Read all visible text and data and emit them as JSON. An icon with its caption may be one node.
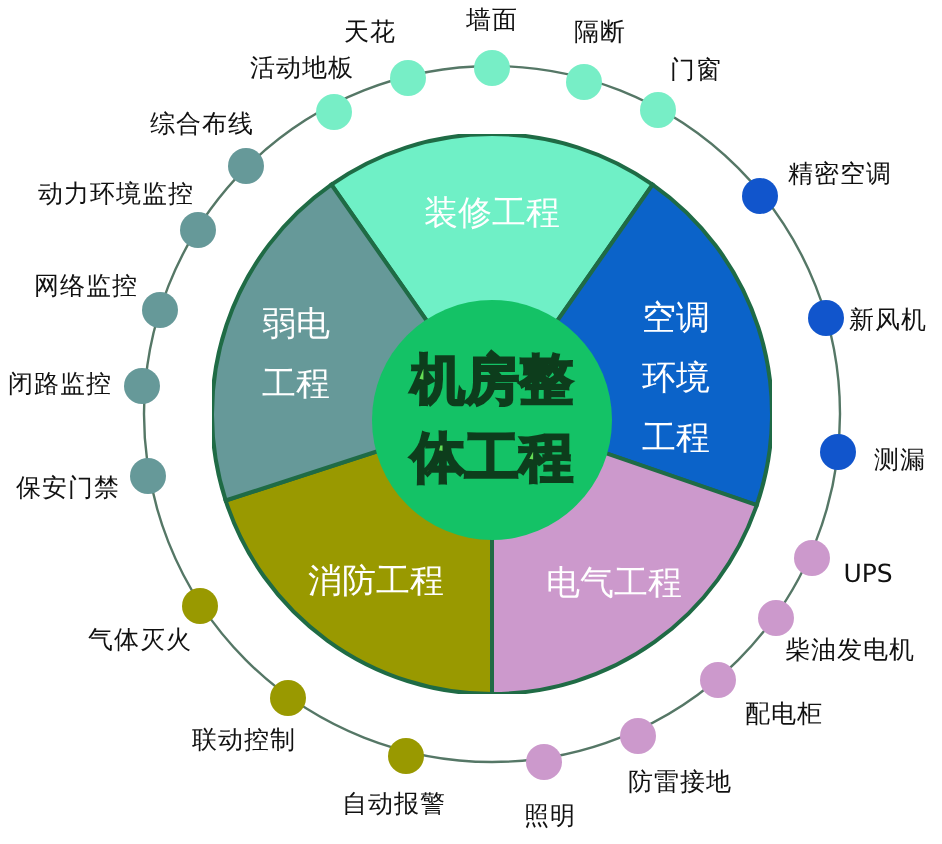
{
  "diagram": {
    "nodes": [
      {
        "text": [
          "机房整体工程"
        ]
      },
      {
        "text": [
          "装修工程"
        ]
      },
      {
        "text": [
          "空调环境工程"
        ]
      },
      {
        "text": [
          "电气工程"
        ]
      },
      {
        "text": [
          "消防工程"
        ]
      },
      {
        "text": [
          "弱电工程"
        ]
      },
      {
        "text": [
          "天花"
        ]
      },
      {
        "text": [
          "墙面"
        ]
      },
      {
        "text": [
          "隔断"
        ]
      },
      {
        "text": [
          "活动地板"
        ]
      },
      {
        "text": [
          "门窗"
        ]
      },
      {
        "text": [
          "综合布线"
        ]
      },
      {
        "text": [
          "精密空调"
        ]
      },
      {
        "text": [
          "动力环境监控"
        ]
      },
      {
        "text": [
          "网络监控"
        ]
      },
      {
        "text": [
          "新风机"
        ]
      },
      {
        "text": [
          "闭路监控"
        ]
      },
      {
        "text": [
          "测漏"
        ]
      },
      {
        "text": [
          "保安门禁"
        ]
      },
      {
        "text": [
          "UPS"
        ]
      },
      {
        "text": [
          "柴油发电机"
        ]
      },
      {
        "text": [
          "气体灭火"
        ]
      },
      {
        "text": [
          "配电柜"
        ]
      },
      {
        "text": [
          "联动控制"
        ]
      },
      {
        "text": [
          "防雷接地"
        ]
      },
      {
        "text": [
          "自动报警"
        ]
      },
      {
        "text": [
          "照明"
        ]
      }
    ]
  }
}
